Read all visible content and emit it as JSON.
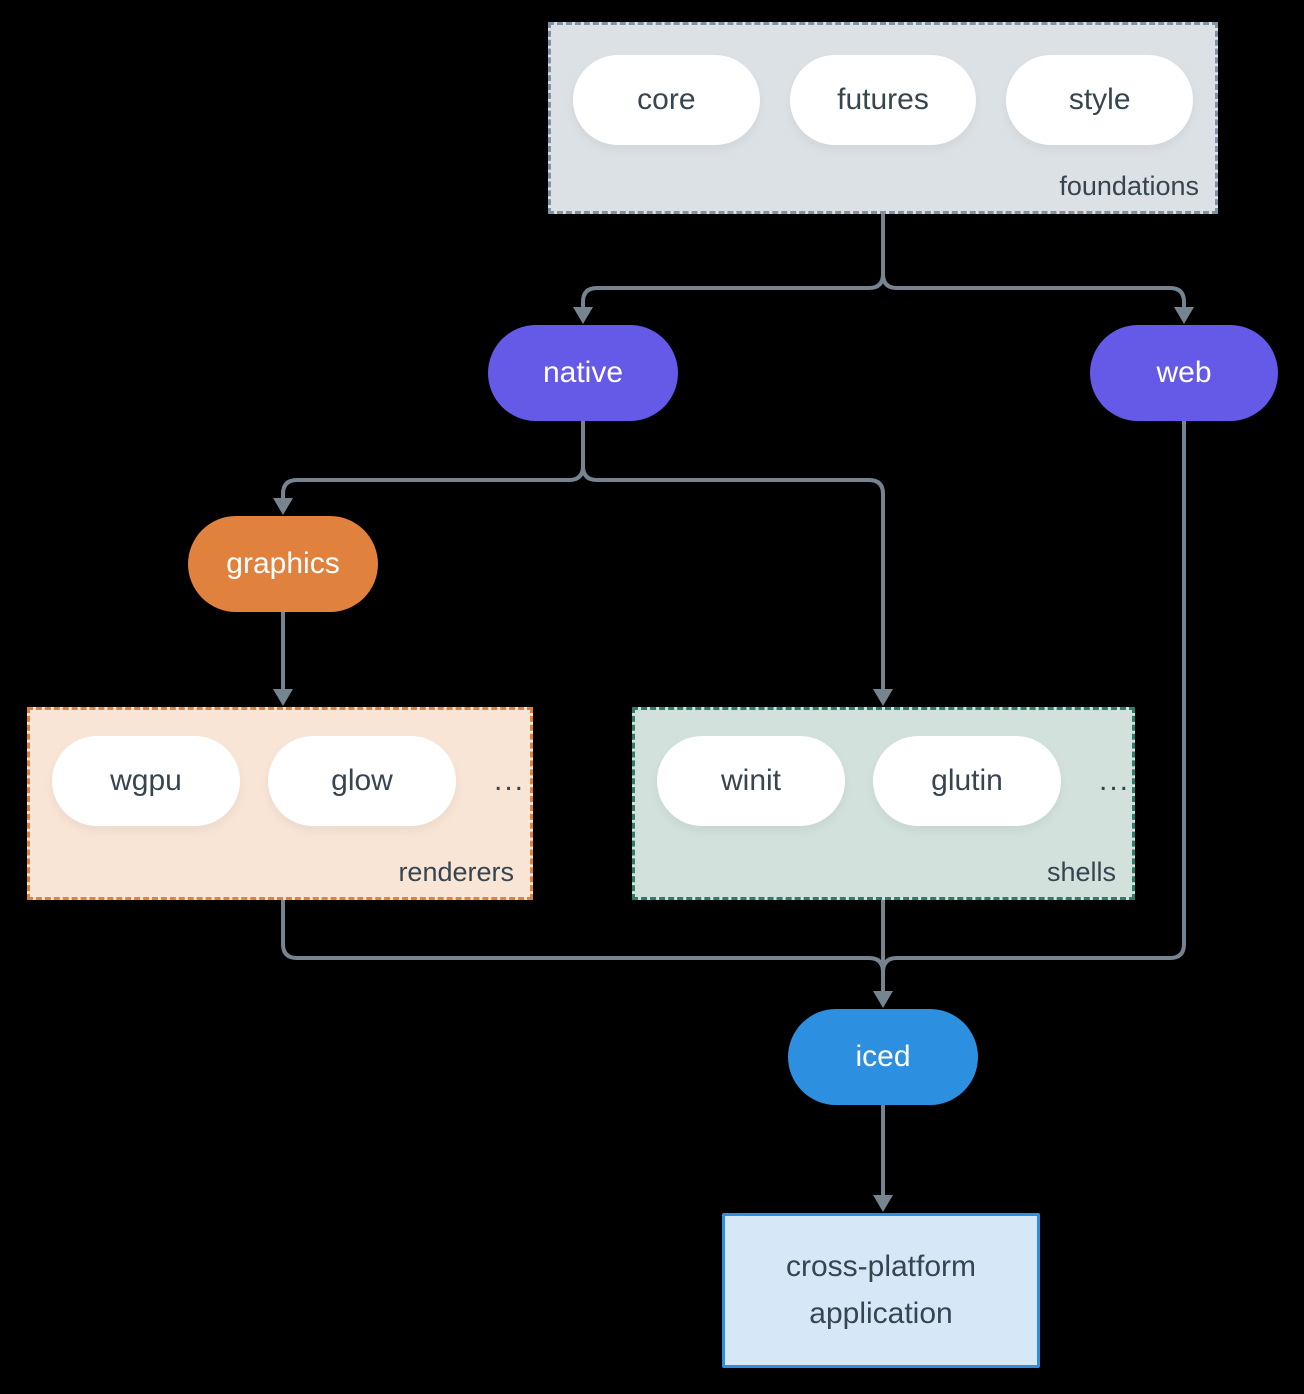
{
  "colors": {
    "bg": "#000000",
    "arrow": "#76848F",
    "text-dark": "#36454F",
    "text-light": "#FFFFFF",
    "purple": "#6559E8",
    "orange": "#E0813D",
    "blue": "#2D8FE0",
    "foundations-fill": "#DCE1E5",
    "foundations-border": "#7E93A3",
    "renderers-fill": "#F9E5D6",
    "renderers-border": "#E0813D",
    "shells-fill": "#D2E1DB",
    "shells-border": "#2E7D6B",
    "app-fill": "#D6E8F8",
    "app-border": "#2D8FE0",
    "pill-fill": "#FFFFFF"
  },
  "groups": {
    "foundations": {
      "label": "foundations",
      "items": [
        "core",
        "futures",
        "style"
      ]
    },
    "renderers": {
      "label": "renderers",
      "items": [
        "wgpu",
        "glow"
      ],
      "ellipsis": "..."
    },
    "shells": {
      "label": "shells",
      "items": [
        "winit",
        "glutin"
      ],
      "ellipsis": "..."
    }
  },
  "nodes": {
    "native": {
      "label": "native"
    },
    "web": {
      "label": "web"
    },
    "graphics": {
      "label": "graphics"
    },
    "iced": {
      "label": "iced"
    },
    "app": {
      "label": "cross-platform application"
    }
  }
}
